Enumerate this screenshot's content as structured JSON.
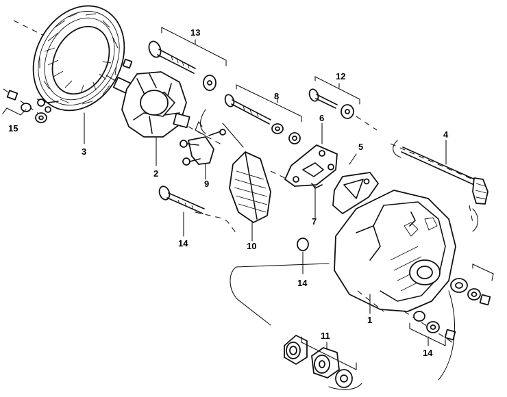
{
  "labels": {
    "p1": "1",
    "p2": "2",
    "p3": "3",
    "p4": "4",
    "p5": "5",
    "p6": "6",
    "p7": "7",
    "p8": "8",
    "p9": "9",
    "p10": "10",
    "p11": "11",
    "p12": "12",
    "p13": "13",
    "p14a": "14",
    "p14b": "14",
    "p14c": "14",
    "p15": "15"
  }
}
